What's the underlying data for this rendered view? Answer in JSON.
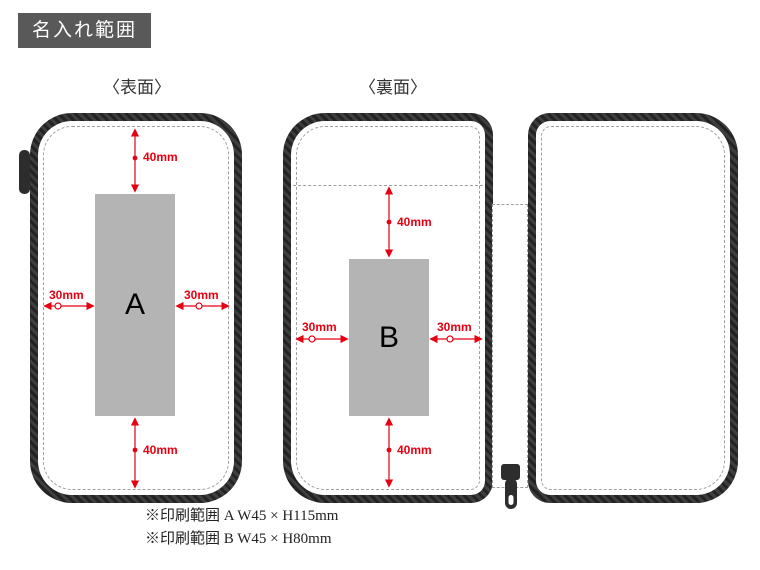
{
  "badge": {
    "label": "名入れ範囲"
  },
  "front": {
    "title": "〈表面〉",
    "area_label": "A",
    "dim_top": "40mm",
    "dim_bottom": "40mm",
    "dim_left": "30mm",
    "dim_right": "30mm"
  },
  "back": {
    "title": "〈裏面〉",
    "area_label": "B",
    "dim_top": "40mm",
    "dim_bottom": "40mm",
    "dim_left": "30mm",
    "dim_right": "30mm"
  },
  "notes": {
    "line1": "※印刷範囲 A W45 × H115mm",
    "line2": "※印刷範囲 B W45 × H80mm"
  },
  "colors": {
    "accent_red": "#e60012",
    "area_gray": "#b4b4b4",
    "badge_bg": "#595959",
    "case_dark": "#2d2d2d"
  }
}
